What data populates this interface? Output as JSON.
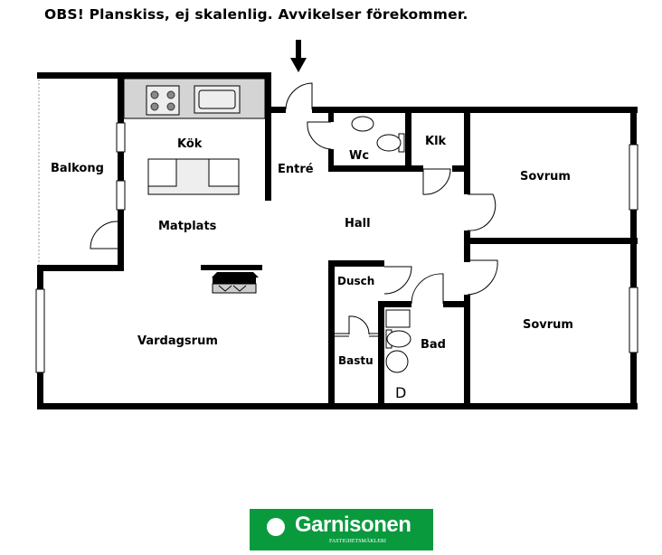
{
  "notice": "OBS! Planskiss, ej skalenlig. Avvikelser förekommer.",
  "rooms": {
    "balkong": "Balkong",
    "kok": "Kök",
    "matplats": "Matplats",
    "vardagsrum": "Vardagsrum",
    "entre": "Entré",
    "wc": "Wc",
    "klk": "Klk",
    "hall": "Hall",
    "sovrum1": "Sovrum",
    "sovrum2": "Sovrum",
    "dusch": "Dusch",
    "bastu": "Bastu",
    "bad": "Bad",
    "d": "D"
  },
  "logo": {
    "name": "Garnisonen",
    "subtitle": "FASTIGHETSMÄKLERI",
    "color": "#0a9a3e"
  }
}
